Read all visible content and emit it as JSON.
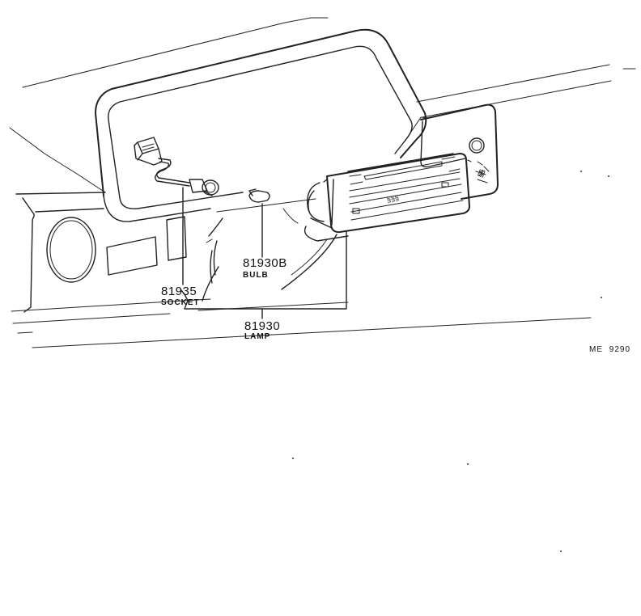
{
  "parts": {
    "bulb": {
      "number": "81930B",
      "name": "BULB"
    },
    "socket": {
      "number": "81935",
      "name": "SOCKET"
    },
    "lamp": {
      "number": "81930",
      "name": "LAMP"
    }
  },
  "figure_code": {
    "prefix": "ME",
    "number": "9290"
  },
  "panel_glyphs": {
    "heat": "§§§",
    "fan": "§§"
  }
}
